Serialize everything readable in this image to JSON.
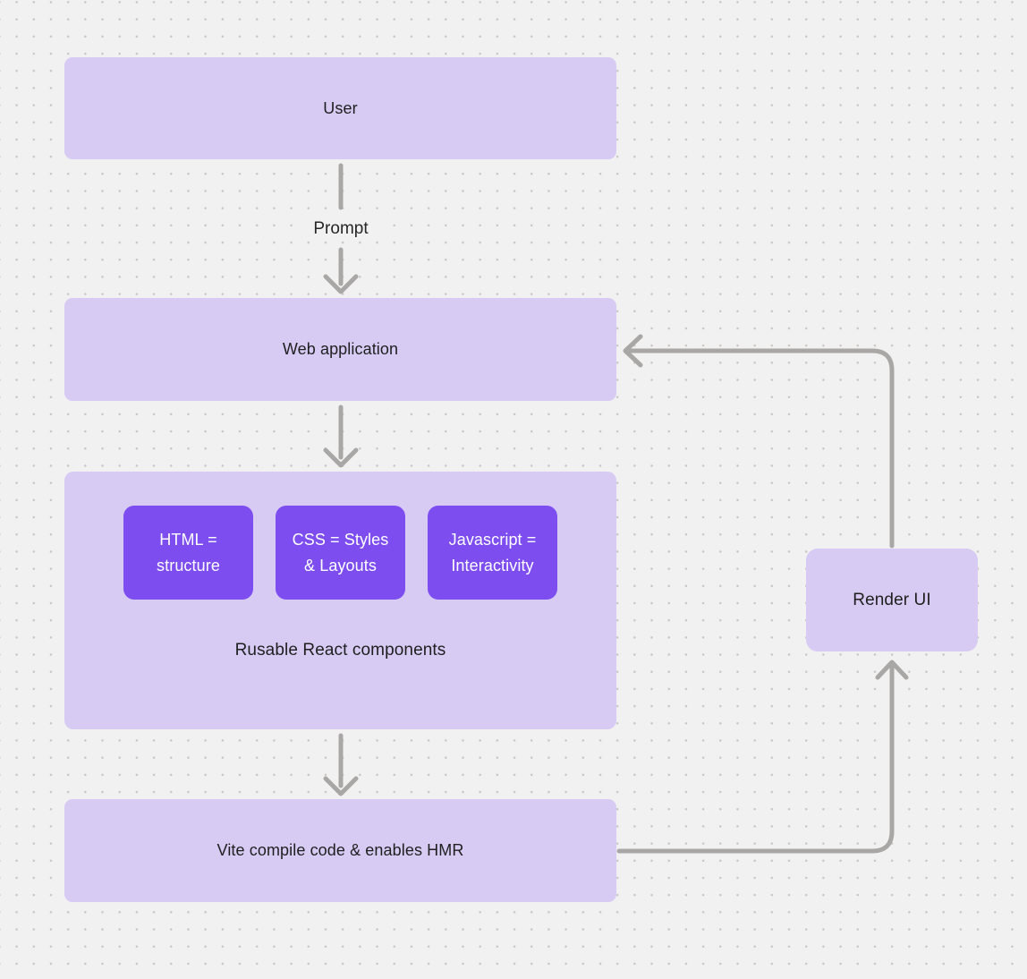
{
  "diagram": {
    "nodes": {
      "user": "User",
      "web_application": "Web application",
      "vite": "Vite compile code & enables HMR",
      "render_ui": "Render UI"
    },
    "group": {
      "chips": [
        "HTML = structure",
        "CSS = Styles & Layouts",
        "Javascript = Interactivity"
      ],
      "caption": "Rusable React components"
    },
    "edge_labels": {
      "prompt": "Prompt"
    },
    "colors": {
      "background": "#f2f1f1",
      "dot_grid": "#c9c7c6",
      "node_fill": "#d7cbf4",
      "chip_fill": "#7d4df0",
      "connector": "#a9a7a5",
      "text_dark": "#1f1f1f",
      "text_light": "#ffffff"
    }
  }
}
